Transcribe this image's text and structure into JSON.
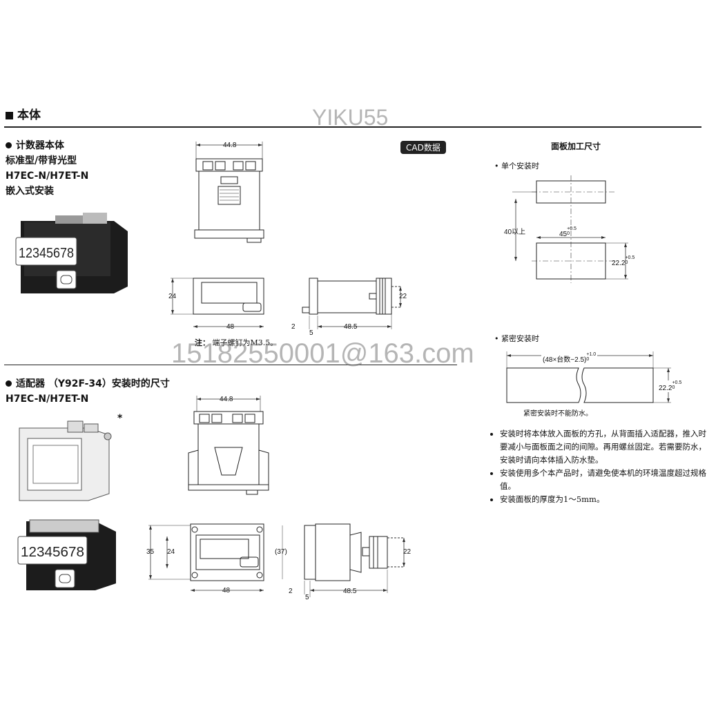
{
  "section": {
    "title": "本体"
  },
  "watermark_top": "YIKU55",
  "watermark_email": "15182550001@163.com",
  "counter": {
    "heading": "计数器本体",
    "line1": "标准型/带背光型",
    "line2": "H7EC-N/H7ET-N",
    "line3": "嵌入式安装",
    "display": "12345678",
    "cad_label": "CAD数据",
    "dims": {
      "top_width": "44.8",
      "front_h": "24",
      "front_w": "48",
      "side_a": "2",
      "side_b": "5",
      "side_depth": "48.5",
      "side_h": "22"
    },
    "note_label": "注：",
    "note_text": "端子螺钉为M3.5。"
  },
  "adapter": {
    "heading": "适配器 （Y92F-34）安装时的尺寸",
    "line1": "H7EC-N/H7ET-N",
    "star": "*",
    "display": "12345678",
    "dims": {
      "top_width": "44.8",
      "front_h1": "35",
      "front_h2": "24",
      "front_w": "48",
      "side_paren": "(37)",
      "side_a": "2",
      "side_b": "5",
      "side_depth": "48.5",
      "side_h": "22"
    }
  },
  "panel": {
    "title": "面板加工尺寸",
    "single_label": "• 单个安装时",
    "single_dims": {
      "vert": "40以上",
      "width": "45",
      "width_tol_top": "+0.5",
      "width_tol_bot": "0",
      "height": "22.2",
      "height_tol_top": "+0.5",
      "height_tol_bot": "0"
    },
    "tight_label": "• 紧密安装时",
    "tight_dims": {
      "formula": "(48×台数−2.5)",
      "formula_tol_top": "+1.0",
      "formula_tol_bot": "0",
      "height": "22.2",
      "height_tol_top": "+0.5",
      "height_tol_bot": "0"
    },
    "tight_note": "紧密安装时不能防水。",
    "bullets": [
      "安装时将本体放入面板的方孔，从背面插入适配器，推入时要减小与面板面之间的间隙。再用螺丝固定。若需要防水，安装时请向本体插入防水垫。",
      "安装使用多个本产品时，请避免使本机的环境温度超过规格值。",
      "安装面板的厚度为1～5mm。"
    ]
  }
}
